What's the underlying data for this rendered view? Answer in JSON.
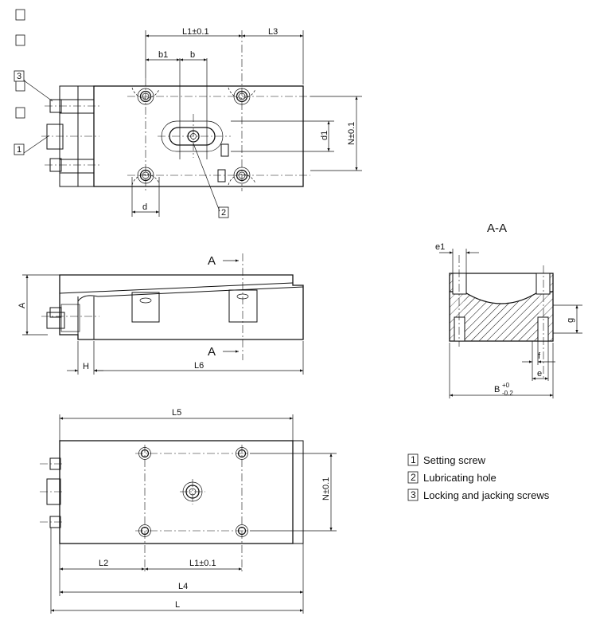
{
  "top_marks": [
    "",
    "",
    "",
    ""
  ],
  "dims": {
    "L1": "L1±0.1",
    "L3": "L3",
    "b1": "b1",
    "b": "b",
    "d1": "d1",
    "N": "N±0.1",
    "d": "d",
    "A": "A",
    "H": "H",
    "L6": "L6",
    "L5": "L5",
    "N_bottom": "N±0.1",
    "L2": "L2",
    "L1_bottom": "L1±0.1",
    "L4": "L4",
    "L": "L",
    "e1": "e1",
    "f": "f",
    "e": "e",
    "g": "g",
    "B": "B",
    "B_tol_upper": "+0",
    "B_tol_lower": "-0.2"
  },
  "section": {
    "title": "A-A",
    "cut_label": "A"
  },
  "callouts": [
    "3",
    "1",
    "2"
  ],
  "legend": [
    {
      "num": "1",
      "label": "Setting screw"
    },
    {
      "num": "2",
      "label": "Lubricating hole"
    },
    {
      "num": "3",
      "label": "Locking and jacking screws"
    }
  ]
}
